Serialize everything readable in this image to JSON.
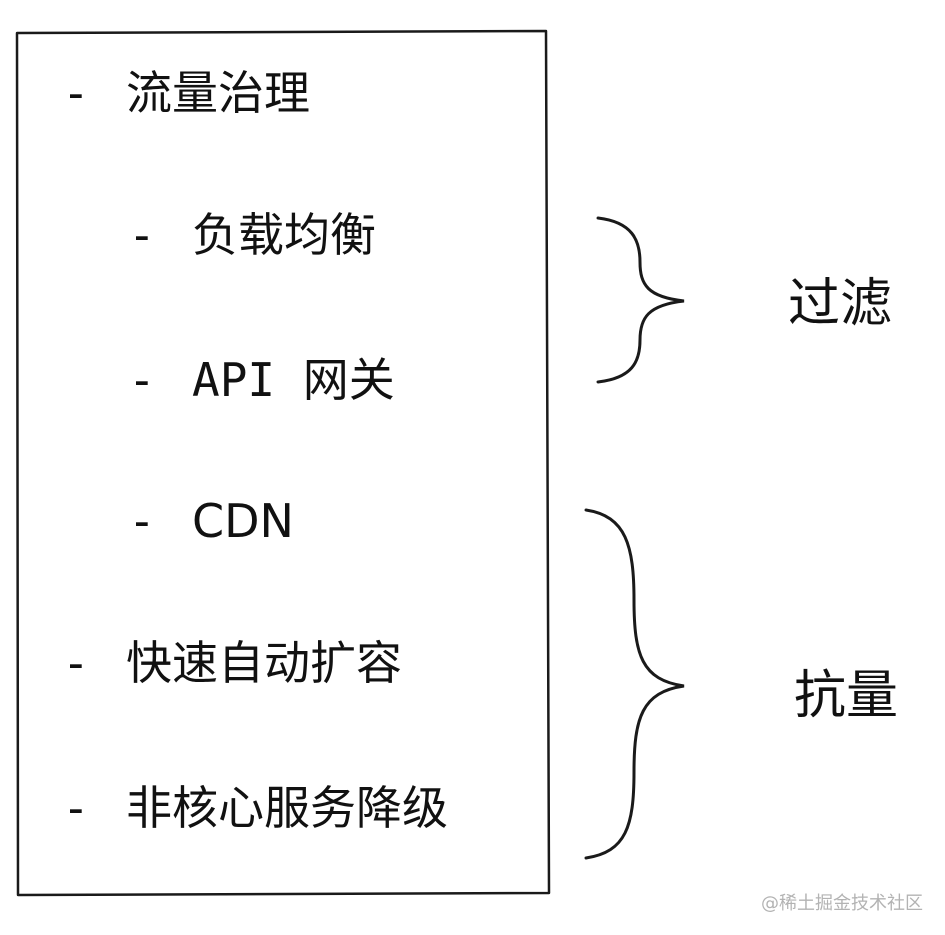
{
  "list": {
    "bullet": "-",
    "items": [
      {
        "text": "流量治理",
        "level": 1
      },
      {
        "text": "负载均衡",
        "level": 2
      },
      {
        "text": "API 网关",
        "level": 2
      },
      {
        "text": "CDN",
        "level": 2
      },
      {
        "text": "快速自动扩容",
        "level": 1
      },
      {
        "text": "非核心服务降级",
        "level": 1
      }
    ]
  },
  "groups": [
    {
      "label": "过滤",
      "covers": [
        "负载均衡",
        "API 网关"
      ]
    },
    {
      "label": "抗量",
      "covers": [
        "CDN",
        "快速自动扩容",
        "非核心服务降级"
      ]
    }
  ],
  "watermark": "@稀土掘金技术社区",
  "colors": {
    "stroke": "#1a1a1a",
    "text": "#111111",
    "watermark": "#b3b3b3",
    "background": "#ffffff"
  }
}
